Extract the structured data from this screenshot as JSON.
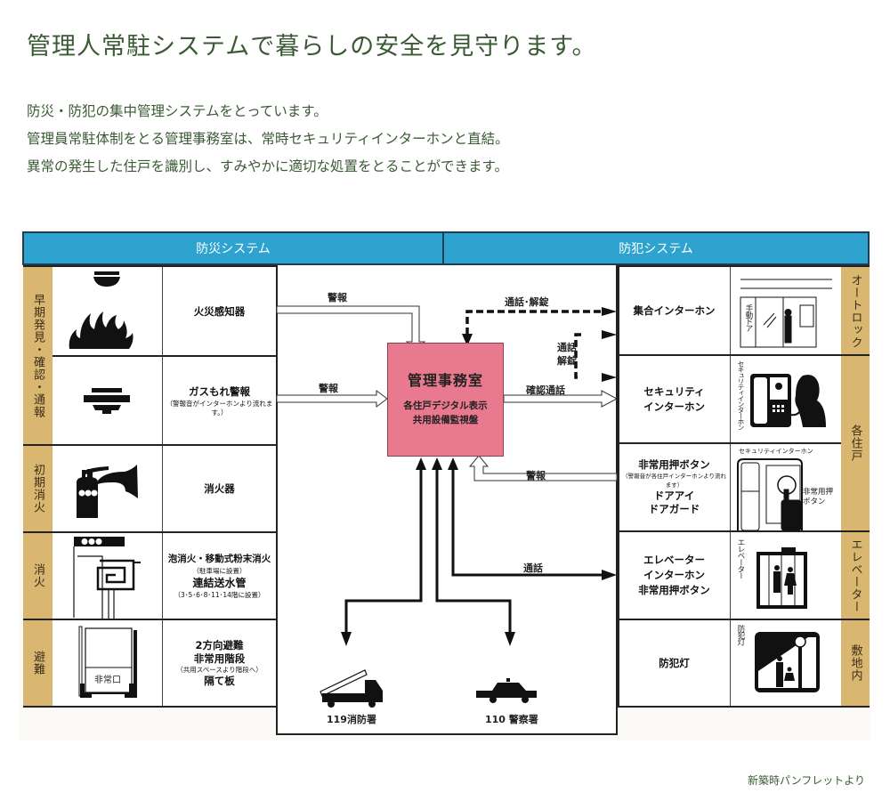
{
  "title": "管理人常駐システムで暮らしの安全を見守ります。",
  "intro": [
    "防災・防犯の集中管理システムをとっています。",
    "管理員常駐体制をとる管理事務室は、常時セキュリティインターホンと直結。",
    "異常の発生した住戸を識別し、すみやかに適切な処置をとることができます。"
  ],
  "credit": "新築時パンフレットより",
  "colors": {
    "header": "#2ea3cf",
    "category": "#d9b770",
    "office": "#e8798f",
    "text_green": "#3a5a34"
  },
  "disaster": {
    "header": "防災システム",
    "categories": [
      "早期発見・確認・通報",
      "初期消火",
      "消火",
      "避難"
    ],
    "items": [
      {
        "icon": "fire-detector-icon",
        "label": "火災感知器",
        "note": ""
      },
      {
        "icon": "gas-leak-alarm-icon",
        "label": "ガスもれ警報",
        "note": "（警報音がインターホンより流れます。）"
      },
      {
        "icon": "fire-extinguisher-icon",
        "label": "消火器",
        "note": ""
      },
      {
        "icon": "fire-hose-icon",
        "label": "泡消火・移動式粉末消火",
        "note": "（駐車場に設置）",
        "label2": "連結送水管",
        "note2": "（3･5･6･8･11･14階に設置）"
      },
      {
        "icon": "emergency-exit-icon",
        "label": "2方向避難",
        "label_b": "非常用階段",
        "note": "（共用スペースより階段へ）",
        "label2": "隔て板",
        "exit_text": "非常口"
      }
    ]
  },
  "security": {
    "header": "防犯システム",
    "categories": [
      "オートロック",
      "各住戸",
      "エレベーター",
      "敷地内"
    ],
    "items": [
      {
        "icon": "auto-door-icon",
        "label": "集合インターホン",
        "side": "手動ドア"
      },
      {
        "icon": "security-intercom-icon",
        "label": "セキュリティ",
        "label_b": "インターホン",
        "side": "セキュリティインターホン"
      },
      {
        "icon": "emergency-button-icon",
        "label": "非常用押ボタン",
        "note": "（警報音が各住戸インターホンより流れます）",
        "label2": "ドアアイ",
        "label3": "ドアガード",
        "top": "セキュリティインターホン",
        "side": "非常用押ボタン"
      },
      {
        "icon": "elevator-icon",
        "label": "エレベーター",
        "label_b": "インターホン",
        "label2": "非常用押ボタン",
        "side": "エレベーター"
      },
      {
        "icon": "security-light-icon",
        "label": "防犯灯",
        "side": "防犯灯"
      }
    ]
  },
  "office": {
    "title": "管理事務室",
    "sub1": "各住戸デジタル表示",
    "sub2": "共用設備監視盤"
  },
  "arrows": {
    "alarm1": "警報",
    "alarm2": "警報",
    "call_unlock": "通話･解錠",
    "call_unlock2a": "通話",
    "call_unlock2b": "解錠",
    "confirm_call": "確認通話",
    "alarm3": "警報",
    "call": "通話"
  },
  "stations": {
    "fire": "119消防署",
    "police": "110 警察署"
  }
}
